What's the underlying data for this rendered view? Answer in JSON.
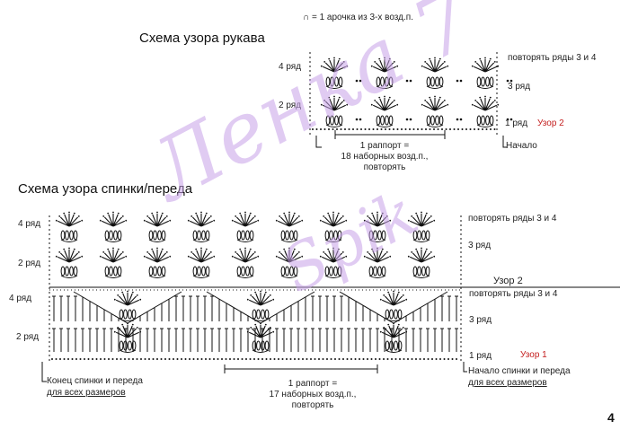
{
  "legend": {
    "symbol": "∩",
    "text": "= 1 арочка из 3-х возд.п."
  },
  "sleeve": {
    "title": "Схема узора рукава",
    "row4": "4 ряд",
    "row2": "2 ряд",
    "repeat_rows": "повторять ряды 3 и 4",
    "row3": "3 ряд",
    "row1": "1 ряд",
    "pattern_label": "Узор 2",
    "start": "Начало",
    "repeat_line1": "1 раппорт =",
    "repeat_line2": "18 наборных возд.п.,",
    "repeat_line3": "повторять"
  },
  "back": {
    "title": "Схема узора спинки/переда",
    "upper_row4": "4 ряд",
    "upper_row2": "2 ряд",
    "upper_repeat_rows": "повторять ряды 3 и 4",
    "upper_row3": "3 ряд",
    "pattern2": "Узор 2",
    "lower_row4": "4 ряд",
    "lower_row2": "2 ряд",
    "lower_repeat_rows": "повторять ряды 3 и 4",
    "lower_row3": "3 ряд",
    "row1": "1 ряд",
    "pattern1": "Узор 1",
    "end_line1": "Конец спинки и переда",
    "end_line2": "для всех размеров",
    "start_line1": "Начало спинки и переда",
    "start_line2": "для всех размеров",
    "repeat_line1": "1 раппорт =",
    "repeat_line2": "17 наборных возд.п.,",
    "repeat_line3": "повторять"
  },
  "page_number": "4",
  "watermark": {
    "line1": "Ленка 7",
    "line2": "Spik"
  },
  "colors": {
    "ink": "#111111",
    "red": "#c41e1e",
    "watermark": "#c7a1e8"
  }
}
